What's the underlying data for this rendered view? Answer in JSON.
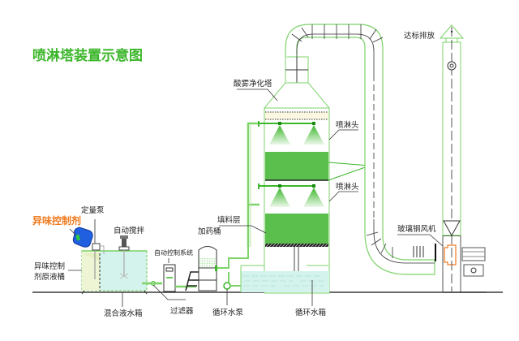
{
  "title": "喷淋塔装置示意图",
  "colors": {
    "accent_green": "#3cb62b",
    "outline_green": "#7ed36b",
    "packing_green": "#5bbf4e",
    "water_blue": "#d4f3ec",
    "highlight_orange": "#f07a1e",
    "container_blue": "#1f5fe0"
  },
  "labels": {
    "deodorant": "异味控制剂",
    "metering_pump": "定量泵",
    "auto_stirrer": "自动搅拌",
    "raw_liquid_tank": [
      "异味控制",
      "剂原液桶"
    ],
    "control_system": "自动控制系统",
    "dosing_tank": "加药桶",
    "packing_layer": "填料层",
    "acid_mist_tower": "酸雾净化塔",
    "spray_head_upper": "喷淋头",
    "spray_head_lower": "喷淋头",
    "fan": "玻璃钢风机",
    "discharge": "达标排放",
    "mixing_tank": "混合液水箱",
    "filter": "过滤器",
    "circulation_pump": "循环水泵",
    "circulation_tank": "循环水箱"
  },
  "icons": {
    "container": "deodorant-jug-icon",
    "stirrer": "stirrer-motor-icon",
    "pump": "pump-icon",
    "fan": "fan-icon",
    "stack": "exhaust-stack-icon"
  }
}
